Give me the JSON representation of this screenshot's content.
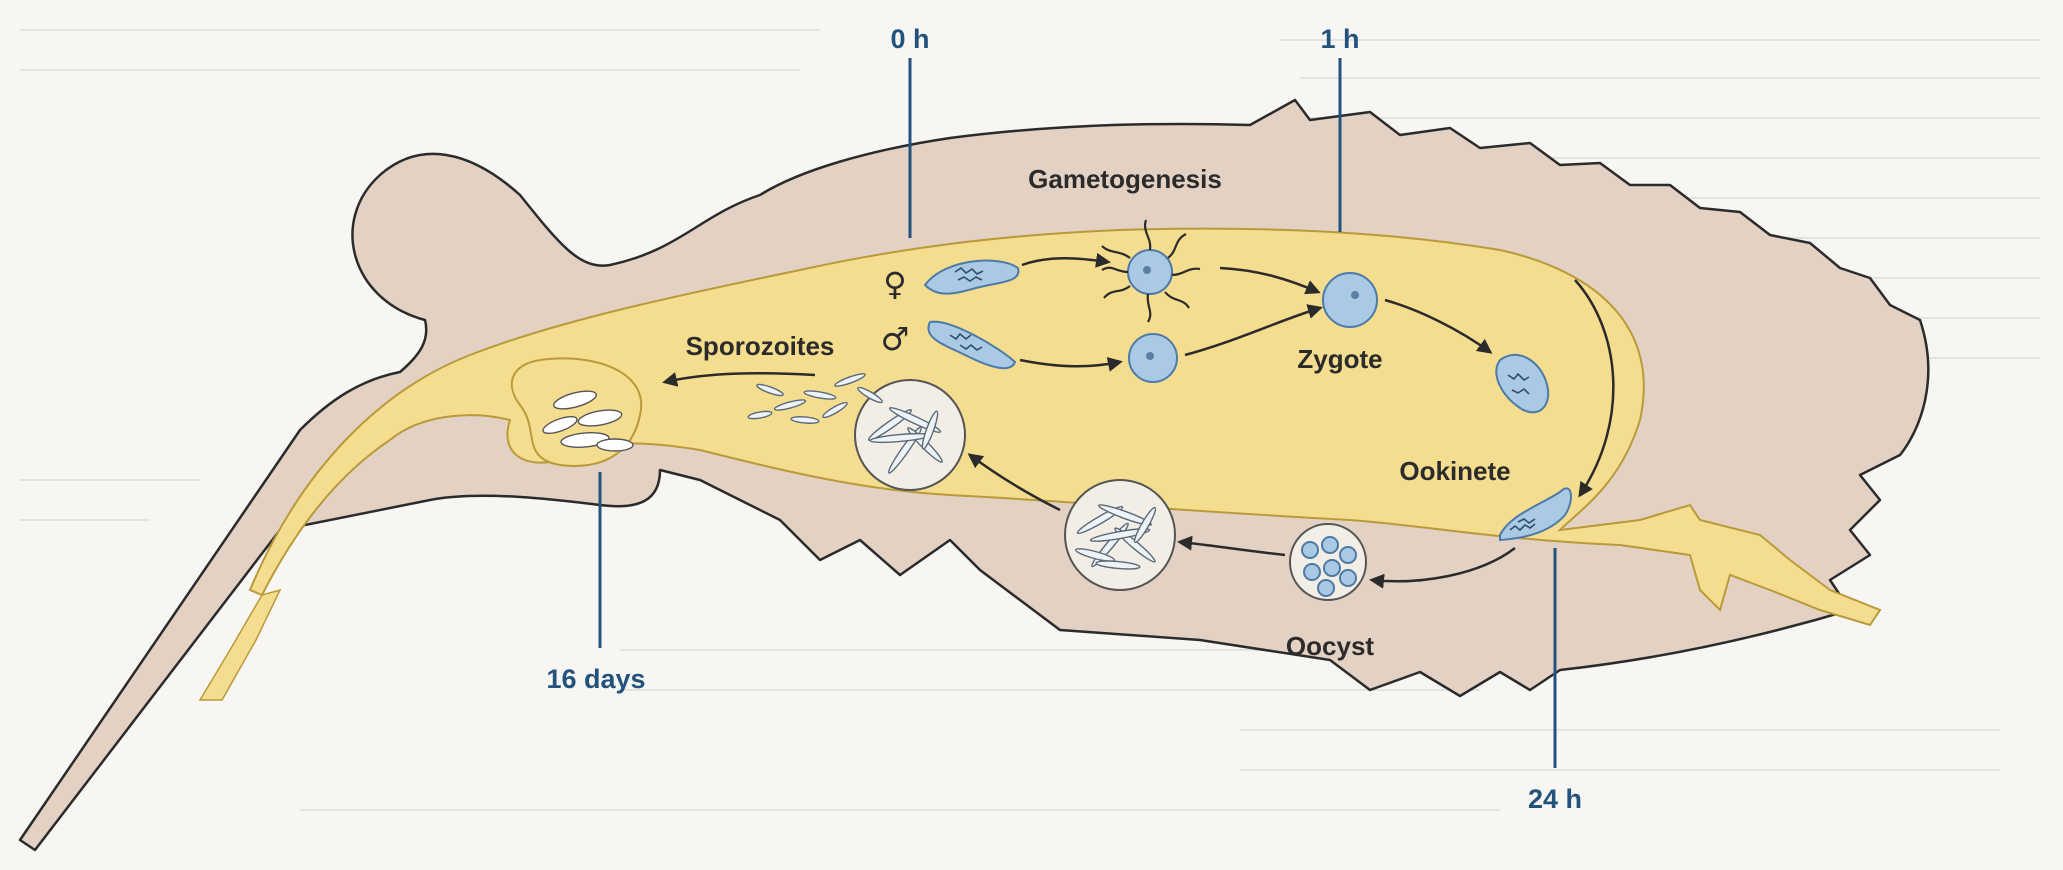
{
  "labels": {
    "gametogenesis": "Gametogenesis",
    "zygote": "Zygote",
    "ookinete": "Ookinete",
    "oocyst": "Oocyst",
    "sporozoites": "Sporozoites"
  },
  "symbols": {
    "female": "♀",
    "male": "♂"
  },
  "timepoints": {
    "t0": "0 h",
    "t1": "1 h",
    "t24": "24 h",
    "t16d": "16 days"
  },
  "colors": {
    "mosquito_body": "#e3d1c3",
    "gut_tract": "#f4dd8f",
    "parasite_cell": "#a9c9e5",
    "timeline": "#23527c",
    "background": "#f7f6f3"
  }
}
